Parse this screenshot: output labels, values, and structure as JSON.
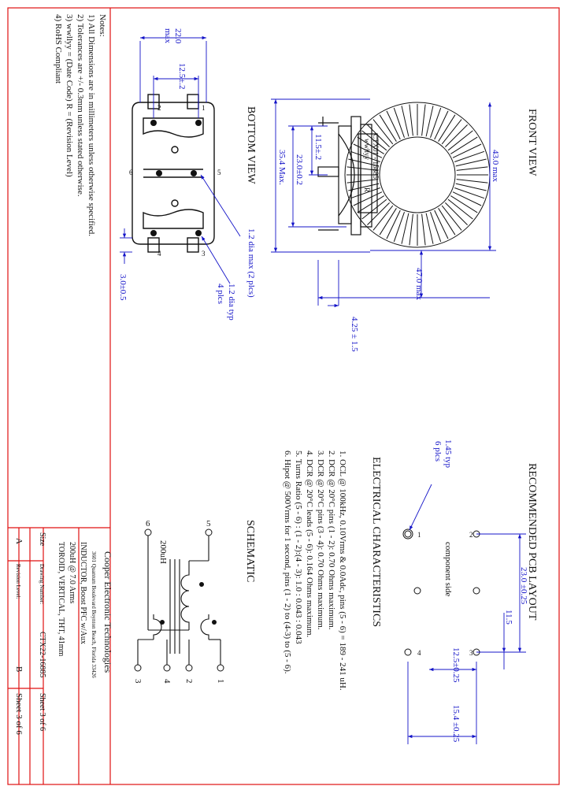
{
  "colors": {
    "border": "#e01010",
    "line": "#111111",
    "dimension": "#1414c8",
    "background": "#ffffff"
  },
  "notes": {
    "title": "Notes:",
    "items": [
      "1) All Dimensions are in millimeters unless otherwise specified.",
      "2) Tolerances are +/- 0.3mm unless stated otherwise.",
      "3) wwllyy = (Date Code) R = (Revision Level)",
      "4) RoHS Compliant"
    ]
  },
  "bottom_view": {
    "title": "BOTTOM VIEW",
    "dim_width": "22.0",
    "dim_width_max": "max",
    "dim_pin_spacing": "12.5±.2",
    "dim_height": "3.0±0.5",
    "label_pin_dia": "1.2 dia max (2 plcs)",
    "label_pin_dia_typ_1": "1.2 dia typ",
    "label_pin_dia_typ_2": "4 plcs",
    "pin_1": "1",
    "pin_2": "2",
    "pin_3": "3",
    "pin_4": "4",
    "pin_5": "5",
    "pin_6": "6"
  },
  "front_view": {
    "title": "FRONT VIEW",
    "dim_diameter": "43.0 max",
    "dim_height": "47.0 max",
    "dim_lead": "4.25 ± 1.5",
    "dim_11_5": "11.5±.2",
    "dim_23": "23.0±0.2",
    "dim_35_4": "35.4 Max.",
    "marking_line1": "CTX01 - 16885",
    "marking_line2": "wwllyy",
    "marking_line3": "R"
  },
  "pcb_layout": {
    "title": "RECOMMENDED PCB LAYOUT",
    "subtitle": "component side",
    "dim_23": "23.0 ±0.25",
    "dim_11_5": "11.5",
    "dim_12_5": "12.5±0.25",
    "dim_15_4": "15.4 ±0.25",
    "dim_hole_1": "1.45 typ",
    "dim_hole_2": "6 plcs",
    "pin_1": "1",
    "pin_2": "2",
    "pin_3": "3",
    "pin_4": "4"
  },
  "electrical": {
    "title": "ELECTRICAL CHARACTERISTICS",
    "items": [
      "1.  OCL @ 100kHz, 0.10Vrms & 0.0Adc, pins (5 - 6) = 189 - 241 uH.",
      "2.  DCR @ 20°C pins (1 - 2): 0.70  Ohms maximum.",
      "3.  DCR @ 20°C pins (3 - 4): 0.70  Ohms maximum.",
      "4.  DCR @ 20°C leads (5 - 6): 0.164 Ohms maximum.",
      "5.  Turns Ratio (5 - 6) : (1 - 2):(4 - 3):  1.0 : 0.043 : 0.043",
      "6.  Hipot @ 500Vrms for 1 second, pins (1 - 2) to (4-3) to (5 - 6)."
    ]
  },
  "schematic": {
    "title": "SCHEMATIC",
    "inductance": "200uH",
    "pin_1": "1",
    "pin_2": "2",
    "pin_3": "3",
    "pin_4": "4",
    "pin_5": "5",
    "pin_6": "6"
  },
  "title_block": {
    "company": "Cooper Electronic Technologies",
    "address": "3601 Quantum Boulevard Boynton Beach, Florida 33426",
    "desc_1": "INDUCTOR, Boost PFC w/Aux",
    "desc_2": "200uH @ 7.0 Arms",
    "desc_3": "TOROID, VERTICAL, THT, 41mm",
    "size_label": "Size",
    "drawing_label": "Drawing Number:",
    "drawing_number": "CTX22-16885",
    "size_value": "A",
    "revision_label": "Revision Level:",
    "revision_value": "B",
    "sheet": "Sheet 3 of 6"
  }
}
